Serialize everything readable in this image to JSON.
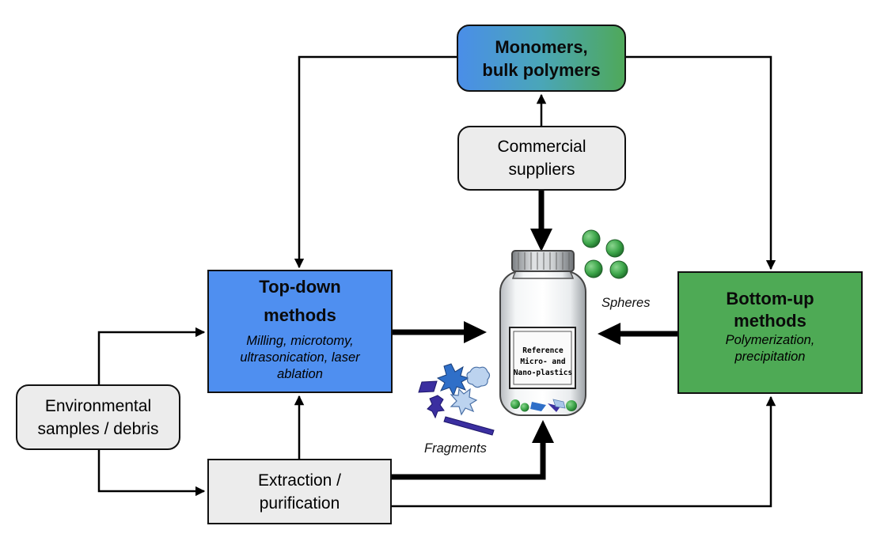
{
  "nodes": {
    "monomers": {
      "lines": [
        "Monomers,",
        "bulk polymers"
      ]
    },
    "commercial": {
      "lines": [
        "Commercial",
        "suppliers"
      ]
    },
    "top_down": {
      "title_lines": [
        "Top-down",
        "methods"
      ],
      "detail_lines": [
        "Milling, microtomy,",
        "ultrasonication, laser",
        "ablation"
      ]
    },
    "bottom_up": {
      "title_lines": [
        "Bottom-up",
        "methods"
      ],
      "detail_lines": [
        "Polymerization,",
        "precipitation"
      ]
    },
    "environmental": {
      "lines": [
        "Environmental",
        "samples / debris"
      ]
    },
    "extraction": {
      "lines": [
        "Extraction /",
        "purification"
      ]
    }
  },
  "bottle_label": [
    "Reference",
    "Micro- and",
    "Nano-plastics"
  ],
  "captions": {
    "spheres": "Spheres",
    "fragments": "Fragments"
  },
  "colors": {
    "top_down": "#4f8ff0",
    "bottom_up": "#4eaa55",
    "gray_box": "#ececec",
    "sphere": "#3da64a",
    "fragment_dark": "#3b2fa0",
    "fragment_blue": "#2f6fc8",
    "fragment_light": "#a9c6ea"
  }
}
